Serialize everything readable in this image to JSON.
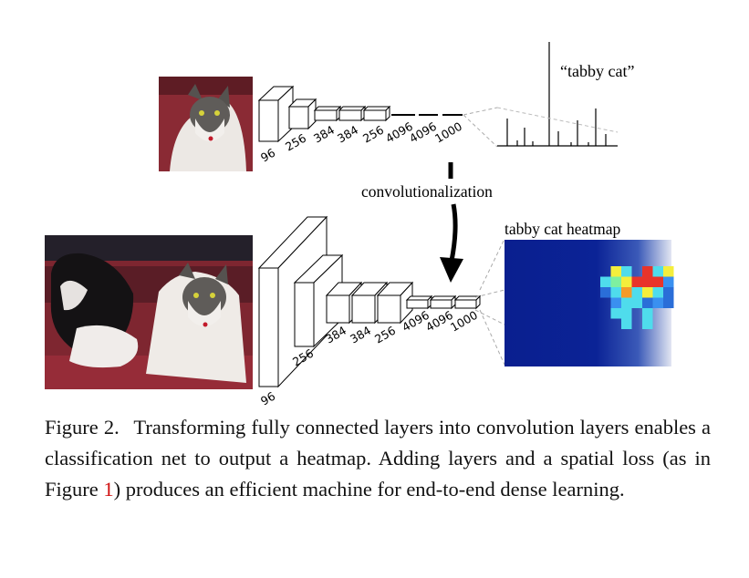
{
  "figure": {
    "top_net": {
      "class_label": "“tabby cat”",
      "layer_labels": [
        "96",
        "256",
        "384",
        "384",
        "256",
        "4096",
        "4096",
        "1000"
      ],
      "image": "cat-photo",
      "output": "class-score-histogram"
    },
    "arrow_label": "convolutionalization",
    "bottom_net": {
      "heatmap_title": "tabby cat heatmap",
      "layer_labels": [
        "96",
        "256",
        "384",
        "384",
        "256",
        "4096",
        "4096",
        "1000"
      ],
      "image": "dog-and-cat-photo",
      "output": "heatmap"
    }
  },
  "caption": {
    "label": "Figure 2.",
    "text_before_ref": "Transforming fully connected layers into convolution layers enables a classification net to output a heatmap. Adding layers and a spatial loss (as in Figure ",
    "ref": "1",
    "text_after_ref": ") produces an efficient machine for end-to-end dense learning.",
    "ref_color": "#d01010"
  }
}
